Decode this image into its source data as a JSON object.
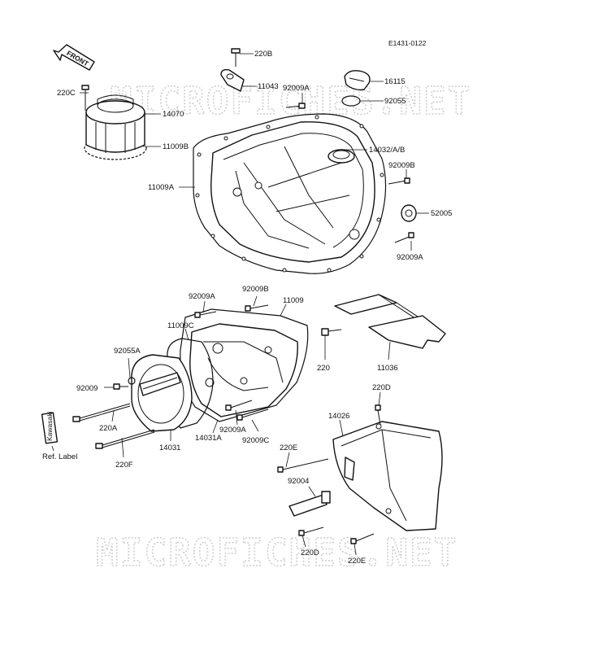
{
  "diagram_code": "E1431-0122",
  "watermark": "MICROFICHES.NET",
  "front_arrow_label": "FRONT",
  "ref_label_text": "Kawasaki",
  "ref_label_caption": "Ref. Label",
  "part_labels": {
    "p220B": "220B",
    "p11043": "11043",
    "p92009A_top": "92009A",
    "p16115": "16115",
    "p92055": "92055",
    "p220C": "220C",
    "p14070": "14070",
    "p11009B": "11009B",
    "p14032": "14032/A/B",
    "p92009B_right": "92009B",
    "p11009A": "11009A",
    "p52005": "52005",
    "p92009A_right": "92009A",
    "p92009A_mid": "92009A",
    "p92009B_mid": "92009B",
    "p11009": "11009",
    "p11009C": "11009C",
    "p92055A": "92055A",
    "p92009": "92009",
    "p220A": "220A",
    "p14031": "14031",
    "p14031A": "14031A",
    "p92009A_low": "92009A",
    "p92009C": "92009C",
    "p220F": "220F",
    "p220": "220",
    "p11036": "11036",
    "p220D_top": "220D",
    "p14026": "14026",
    "p220E_left": "220E",
    "p92004": "92004",
    "p220D_bottom": "220D",
    "p220E_bottom": "220E"
  }
}
